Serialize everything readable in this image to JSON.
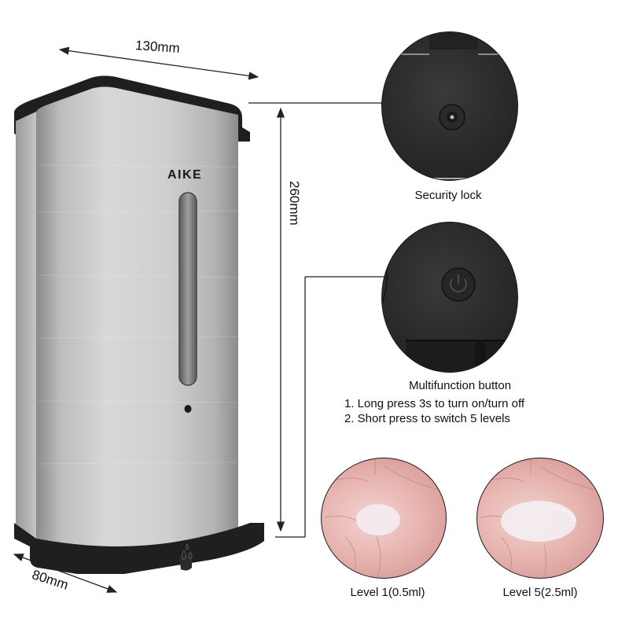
{
  "dimensions": {
    "width": "130mm",
    "height": "260mm",
    "depth": "80mm"
  },
  "product": {
    "brand": "AIKE",
    "body_color": "#c8c8c8",
    "trim_color": "#1f1f1f"
  },
  "callouts": [
    {
      "id": "security-lock",
      "label": "Security lock",
      "icon": "keyhole-icon"
    },
    {
      "id": "multifunction-button",
      "label": "Multifunction button",
      "icon": "power-icon",
      "instructions": [
        "1. Long press 3s to turn on/turn off",
        "2. Short press to switch 5 levels"
      ]
    }
  ],
  "levels": [
    {
      "label": "Level 1(0.5ml)"
    },
    {
      "label": "Level 5(2.5ml)"
    }
  ]
}
